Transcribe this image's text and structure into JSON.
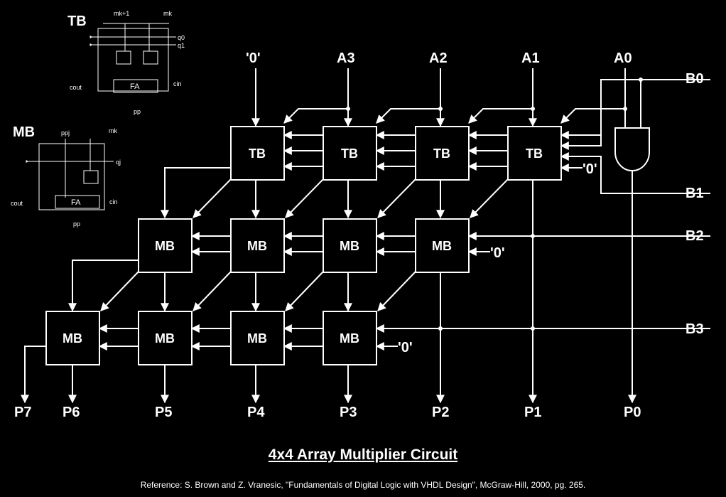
{
  "title": "4x4 Array Multiplier Circuit",
  "reference": "Reference:  S. Brown and Z. Vranesic, \"Fundamentals of Digital Logic with VHDL Design\", McGraw-Hill, 2000, pg. 265.",
  "colors": {
    "background": "#000000",
    "foreground": "#ffffff"
  },
  "inputs_top": [
    "'0'",
    "A3",
    "A2",
    "A1",
    "A0"
  ],
  "inputs_right": [
    "B0",
    "B1",
    "B2",
    "B3"
  ],
  "zero_label": "'0'",
  "outputs": [
    "P7",
    "P6",
    "P5",
    "P4",
    "P3",
    "P2",
    "P1",
    "P0"
  ],
  "rows": [
    {
      "cells": [
        "TB",
        "TB",
        "TB",
        "TB"
      ]
    },
    {
      "cells": [
        "MB",
        "MB",
        "MB",
        "MB"
      ]
    },
    {
      "cells": [
        "MB",
        "MB",
        "MB",
        "MB"
      ]
    }
  ],
  "legend_tb": {
    "name": "TB",
    "m_top_left": "mk+1",
    "m_top_right": "mk",
    "q0": "q0",
    "q1": "q1",
    "fa": "FA",
    "cout": "cout",
    "cin": "cin",
    "pp": "pp"
  },
  "legend_mb": {
    "name": "MB",
    "pp_top": "ppj",
    "m_top": "mk",
    "q": "qj",
    "fa": "FA",
    "cout": "cout",
    "cin": "cin",
    "pp": "pp"
  }
}
